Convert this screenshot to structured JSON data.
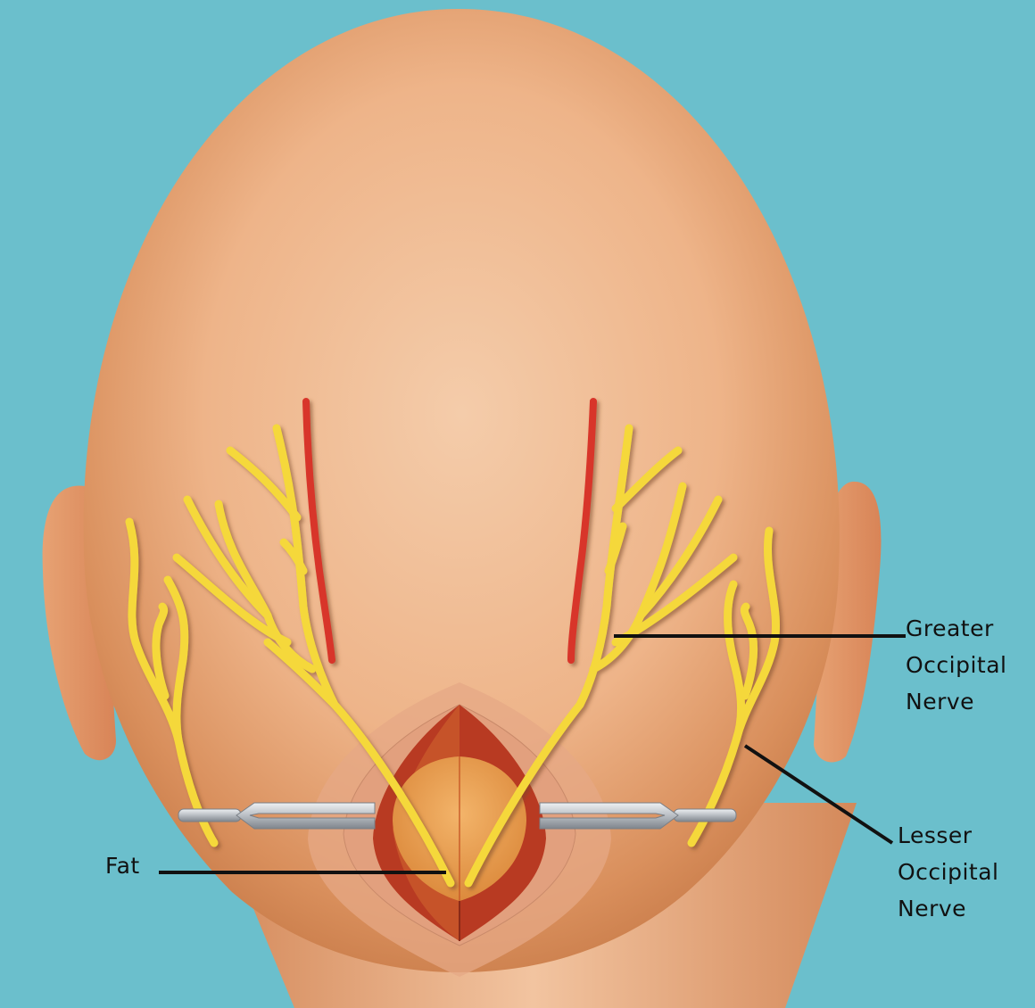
{
  "figure": {
    "subject": "Posterior view of head showing surgical incision with greater and lesser occipital nerves retracted",
    "background_color": "#6bbfcc",
    "skin_color": "#e9a97c",
    "nerve_color": "#f5d83a",
    "artery_color": "#d8352a",
    "muscle_color": "#b83a22",
    "fat_color": "#e89a4a",
    "retractor_color": "#c9cdd2"
  },
  "labels": {
    "greater_occipital_nerve": "Greater\nOccipital\nNerve",
    "lesser_occipital_nerve": "Lesser\nOccipital\nNerve",
    "fat": "Fat"
  },
  "structures": [
    "head",
    "left-ear",
    "right-ear",
    "left-greater-occipital-nerve",
    "right-greater-occipital-nerve",
    "left-lesser-occipital-nerve",
    "right-lesser-occipital-nerve",
    "left-occipital-artery",
    "right-occipital-artery",
    "incision",
    "fat-pad",
    "left-retractor",
    "right-retractor"
  ]
}
